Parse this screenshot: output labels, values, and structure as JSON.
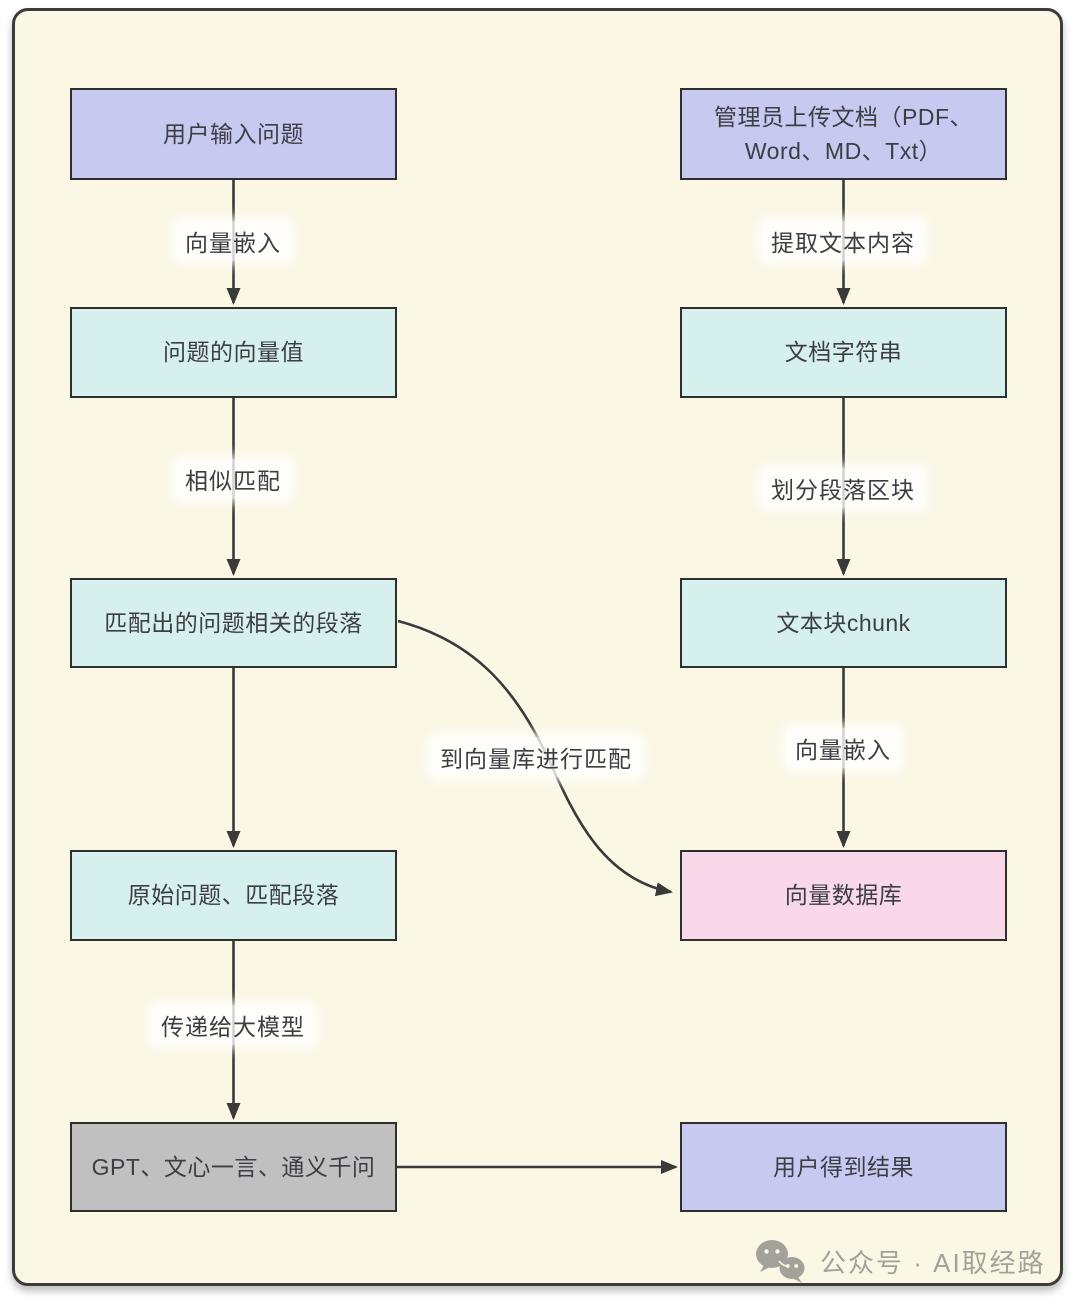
{
  "colors": {
    "background": "#faf7e4",
    "panel_border": "#3c3c3c",
    "node_purple": "#c8c9f0",
    "node_cyan": "#d6f0ee",
    "node_pink": "#f9d9e9",
    "node_gray": "#c0c0c0",
    "node_border": "#2f2f2f",
    "arrow": "#3a3a3a",
    "text": "#3d3d44",
    "footer_text": "#a2a29a"
  },
  "left_flow": {
    "node1": "用户输入问题",
    "edge1": "向量嵌入",
    "node2": "问题的向量值",
    "edge2": "相似匹配",
    "node3": "匹配出的问题相关的段落",
    "node4": "原始问题、匹配段落",
    "edge4": "传递给大模型",
    "node5": "GPT、文心一言、通义千问"
  },
  "right_flow": {
    "node1": "管理员上传文档（PDF、Word、MD、Txt）",
    "edge1": "提取文本内容",
    "node2": "文档字符串",
    "edge2": "划分段落区块",
    "node3": "文本块chunk",
    "edge3": "向量嵌入",
    "node4": "向量数据库",
    "node5": "用户得到结果"
  },
  "cross_edge_label": "到向量库进行匹配",
  "footer": {
    "icon": "wechat-icon",
    "brand": "公众号 · AI取经路"
  }
}
